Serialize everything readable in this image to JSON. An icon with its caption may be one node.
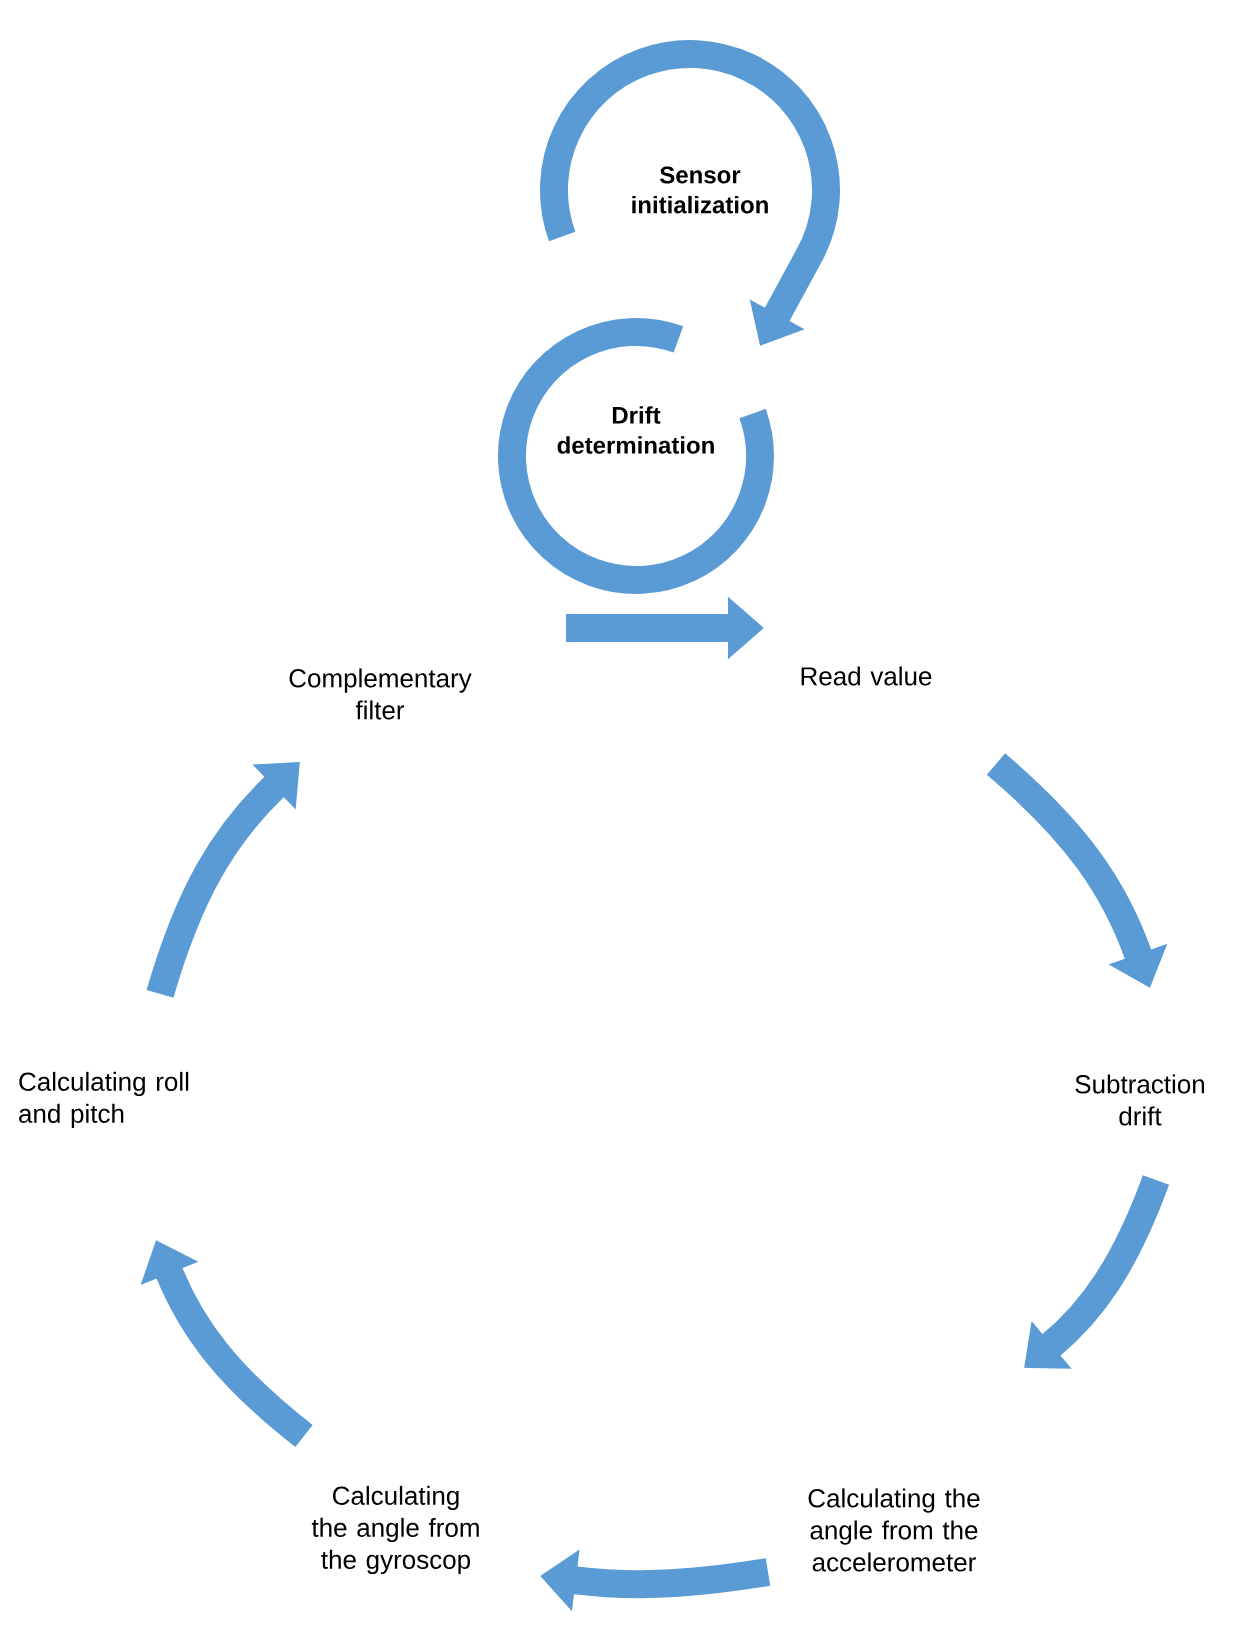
{
  "diagram": {
    "nodes": [
      {
        "text": [
          "Sensor initialization"
        ]
      },
      {
        "text": [
          "Drift determination"
        ]
      },
      {
        "text": [
          "Complementary filter"
        ]
      },
      {
        "text": [
          "Read value"
        ]
      },
      {
        "text": [
          "Subtraction drift"
        ]
      },
      {
        "text": [
          "Calculating the angle from the accelerometer"
        ]
      },
      {
        "text": [
          "Calculating the angle from the gyroscop"
        ]
      },
      {
        "text": [
          "Calculating roll and pitch"
        ]
      }
    ],
    "edges": [
      {
        "from": 0,
        "to": 1,
        "arrow": "to"
      },
      {
        "from": 1,
        "to": 1,
        "arrow": "none"
      },
      {
        "from": 2,
        "to": 3,
        "arrow": "to"
      },
      {
        "from": 3,
        "to": 4,
        "arrow": "to"
      },
      {
        "from": 4,
        "to": 5,
        "arrow": "to"
      },
      {
        "from": 5,
        "to": 6,
        "arrow": "to"
      },
      {
        "from": 6,
        "to": 7,
        "arrow": "to"
      },
      {
        "from": 7,
        "to": 2,
        "arrow": "to"
      }
    ]
  }
}
